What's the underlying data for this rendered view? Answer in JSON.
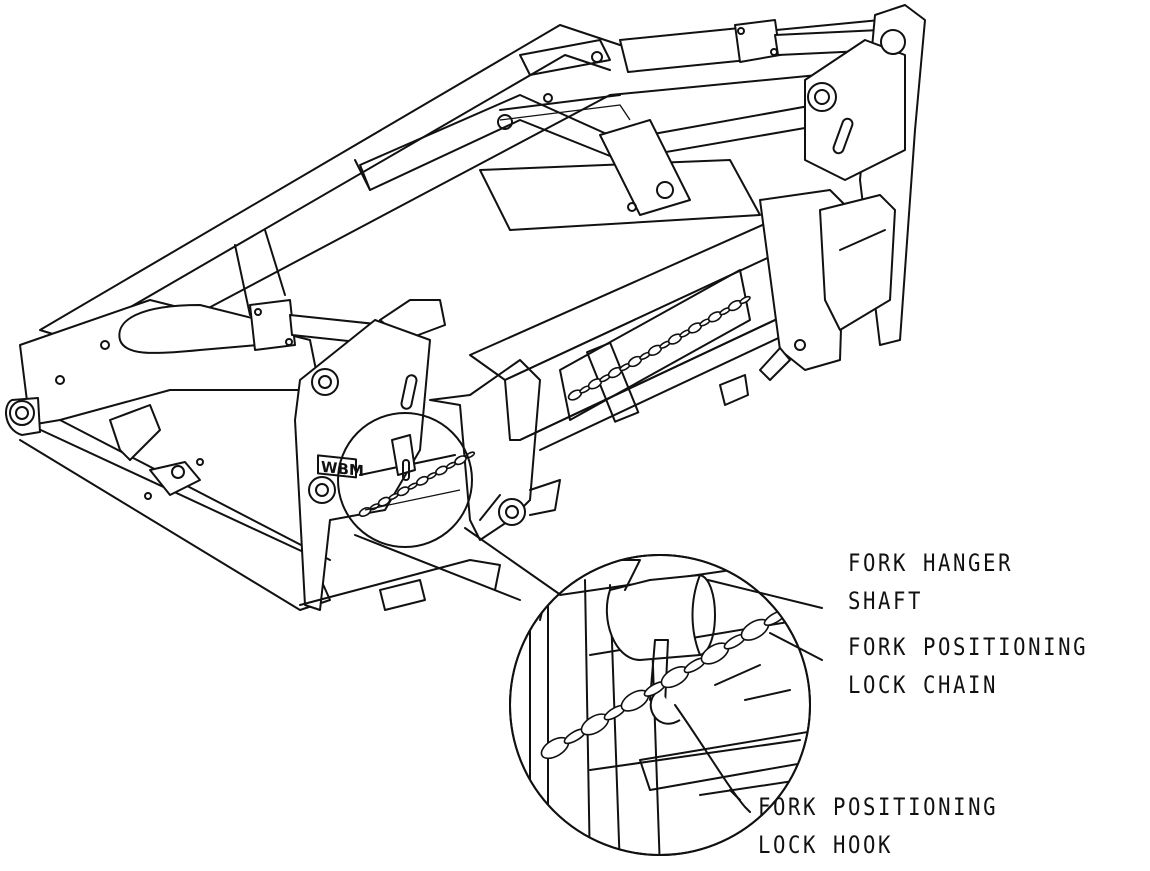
{
  "callouts": [
    {
      "line1": "FORK HANGER",
      "line2": "SHAFT"
    },
    {
      "line1": "FORK POSITIONING",
      "line2": "LOCK CHAIN"
    },
    {
      "line1": "FORK POSITIONING",
      "line2": "LOCK HOOK"
    }
  ],
  "logo": {
    "text": "WBM"
  },
  "colors": {
    "ink": "#111111",
    "paper": "#ffffff"
  }
}
